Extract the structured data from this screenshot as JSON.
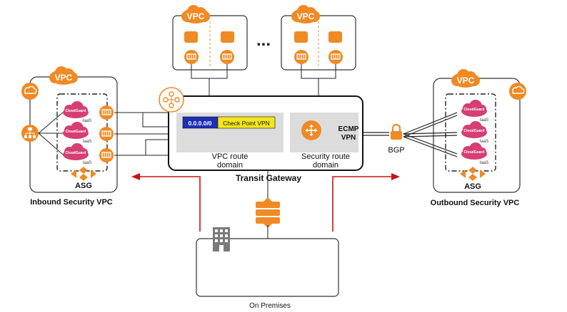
{
  "labels": {
    "vpc": "VPC",
    "ellipsis": "...",
    "route": "0.0.0.0/0",
    "checkpoint_vpn": "Check Point VPN",
    "vpc_route_domain_1": "VPC route",
    "vpc_route_domain_2": "domain",
    "ecmp": "ECMP",
    "vpn": "VPN",
    "security_route_domain_1": "Security route",
    "security_route_domain_2": "domain",
    "transit_gateway": "Transit Gateway",
    "bgp": "BGP",
    "asg": "ASG",
    "inbound_security_vpc": "Inbound Security VPC",
    "outbound_security_vpc": "Outbound Security VPC",
    "on_premises": "On Premises",
    "cloudguard": "CloudGuard",
    "iaas": "IaaS"
  },
  "colors": {
    "aws_orange": "#f08a24",
    "cloudguard_pink": "#d63e74",
    "panel_gray": "#dcdcdc",
    "arrow_red": "#cc1111",
    "route_blue": "#1d2fb8",
    "vpn_yellow": "#f4e61b"
  },
  "icons": [
    "cloud-icon",
    "load-balancer-icon",
    "router-icon",
    "transit-gateway-icon",
    "vpn-gateway-lock-icon",
    "firewall-server-icon",
    "asg-scaling-icon",
    "network-interface-icon",
    "ec2-instance-icon"
  ]
}
